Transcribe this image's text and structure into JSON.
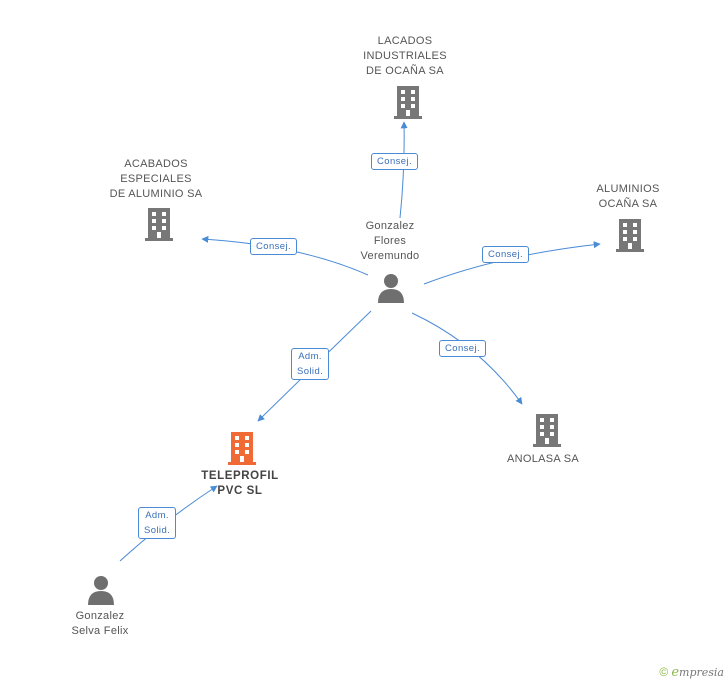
{
  "nodes": {
    "lacados": {
      "label": "LACADOS\nINDUSTRIALES\nDE OCAÑA SA",
      "type": "company"
    },
    "acabados": {
      "label": "ACABADOS\nESPECIALES\nDE ALUMINIO SA",
      "type": "company"
    },
    "aluminios": {
      "label": "ALUMINIOS\nOCAÑA SA",
      "type": "company"
    },
    "anolasa": {
      "label": "ANOLASA SA",
      "type": "company"
    },
    "teleprofil": {
      "label": "TELEPROFIL\nPVC SL",
      "type": "company-main"
    },
    "gonzalez_flores": {
      "label": "Gonzalez\nFlores\nVeremundo",
      "type": "person"
    },
    "gonzalez_selva": {
      "label": "Gonzalez\nSelva Felix",
      "type": "person"
    }
  },
  "edges": {
    "to_lacados": "Consej.",
    "to_acabados": "Consej.",
    "to_aluminios": "Consej.",
    "to_anolasa": "Consej.",
    "to_teleprofil": "Adm.\nSolid.",
    "selva_to_teleprofil": "Adm.\nSolid."
  },
  "colors": {
    "company": "#777777",
    "company_main": "#f06a35",
    "person": "#6f6f6f",
    "edge": "#4a8bd6"
  },
  "brand": {
    "copyright": "©",
    "initial": "e",
    "name": "mpresia"
  }
}
